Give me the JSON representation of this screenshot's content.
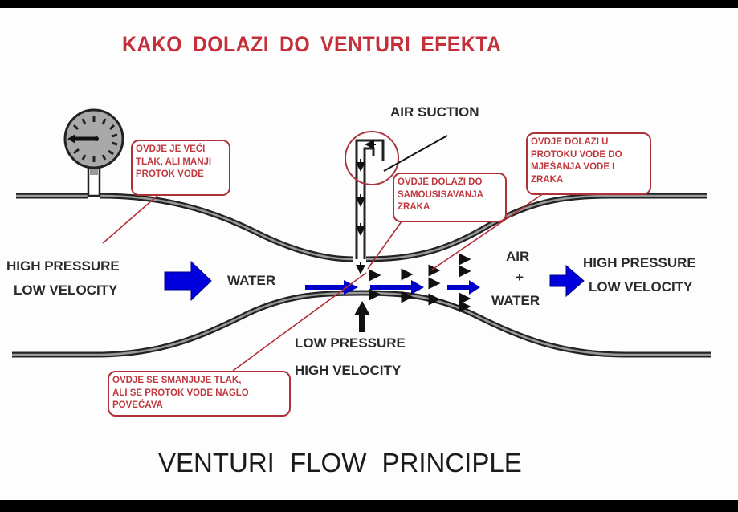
{
  "title": "KAKO DOLAZI DO VENTURI EFEKTA",
  "subtitle": "VENTURI FLOW PRINCIPLE",
  "labels": {
    "air_suction": "AIR SUCTION",
    "inlet_line1": "HIGH PRESSURE",
    "inlet_line2": "LOW VELOCITY",
    "water": "WATER",
    "throat_line1": "LOW PRESSURE",
    "throat_line2": "HIGH VELOCITY",
    "mix_line1": "AIR",
    "mix_line2": "+",
    "mix_line3": "WATER",
    "outlet_line1": "HIGH PRESSURE",
    "outlet_line2": "LOW VELOCITY"
  },
  "callouts": {
    "inlet": [
      "OVDJE  JE VEĆI",
      "TLAK, ALI MANJI",
      "PROTOK VODE"
    ],
    "suction": [
      "OVDJE DOLAZI DO",
      "SAMOUSISAVANJA",
      "ZRAKA"
    ],
    "mixing": [
      "OVDJE DOLAZI U",
      "PROTOKU VODE DO",
      "MJEŠANJA VODE I",
      "ZRAKA"
    ],
    "throat": [
      "OVDJE SE SMANJUJE TLAK,",
      "ALI SE PROTOK VODE NAGLO",
      "POVEĆAVA"
    ]
  },
  "colors": {
    "title": "#c4303a",
    "callout": "#b03038",
    "flow_arrow": "#0000e0",
    "pipe": "#2a2a2a"
  }
}
